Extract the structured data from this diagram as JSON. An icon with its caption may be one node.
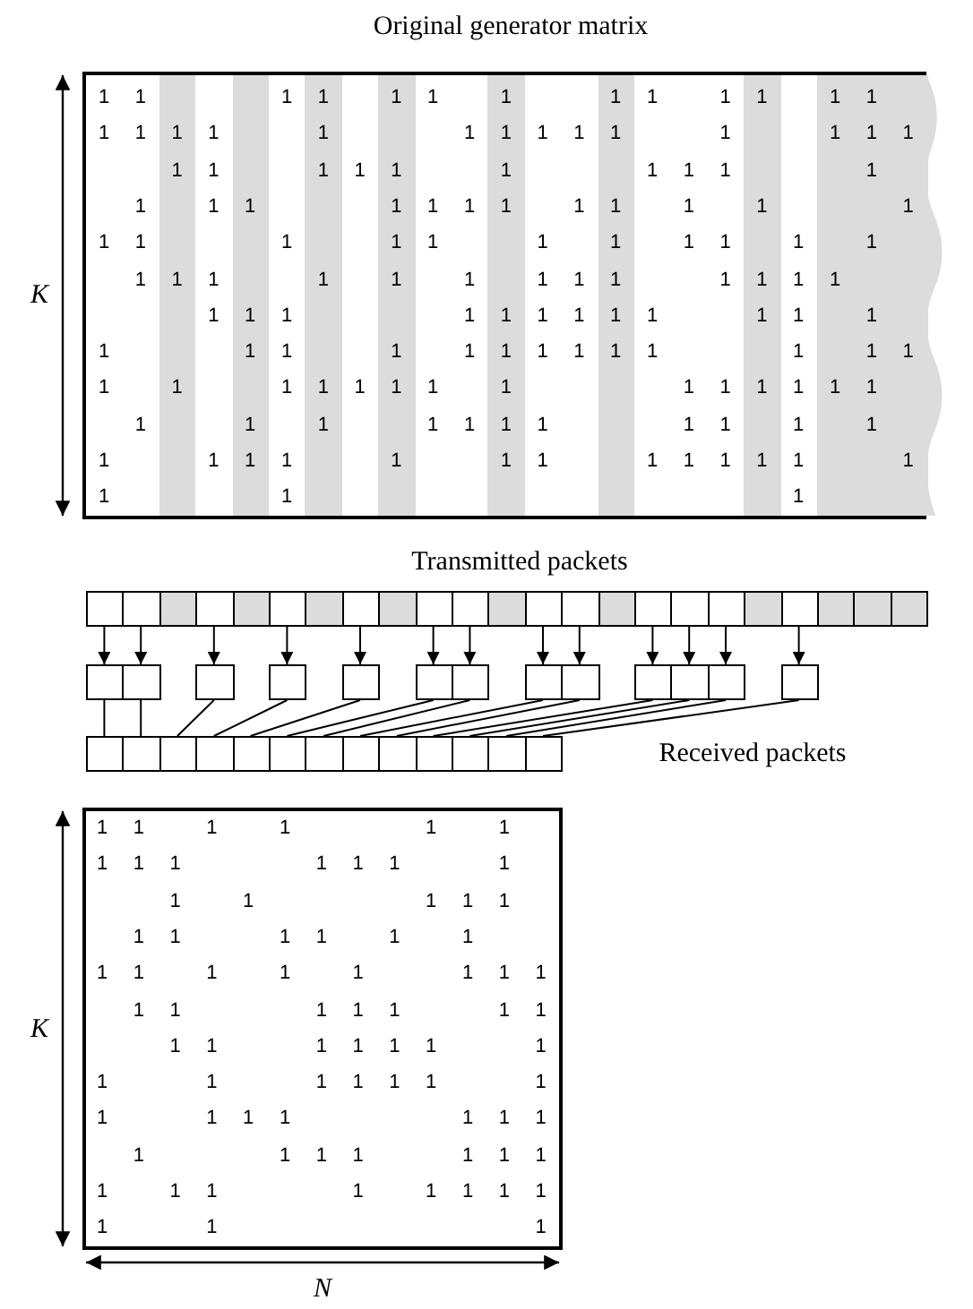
{
  "diagram": {
    "nodes": [
      {
        "text": [],
        "shape": "box"
      },
      {
        "text": [],
        "shape": "box"
      },
      {
        "text": [],
        "shape": "box"
      },
      {
        "text": [],
        "shape": "box"
      },
      {
        "text": [],
        "shape": "box"
      },
      {
        "text": [],
        "shape": "box"
      },
      {
        "text": [],
        "shape": "box"
      },
      {
        "text": [],
        "shape": "box"
      },
      {
        "text": [],
        "shape": "box"
      },
      {
        "text": [],
        "shape": "box"
      },
      {
        "text": [],
        "shape": "box"
      },
      {
        "text": [],
        "shape": "box"
      },
      {
        "text": [],
        "shape": "box"
      },
      {
        "text": [],
        "shape": "box"
      },
      {
        "text": [],
        "shape": "box"
      },
      {
        "text": [],
        "shape": "box"
      },
      {
        "text": [],
        "shape": "box"
      },
      {
        "text": [],
        "shape": "box"
      },
      {
        "text": [],
        "shape": "box"
      },
      {
        "text": [],
        "shape": "box"
      },
      {
        "text": [],
        "shape": "box"
      },
      {
        "text": [],
        "shape": "box"
      },
      {
        "text": [],
        "shape": "box"
      },
      {
        "text": [],
        "shape": "box"
      },
      {
        "text": [],
        "shape": "box"
      },
      {
        "text": [],
        "shape": "box"
      },
      {
        "text": [],
        "shape": "box"
      },
      {
        "text": [],
        "shape": "box"
      },
      {
        "text": [],
        "shape": "box"
      },
      {
        "text": [],
        "shape": "box"
      },
      {
        "text": [],
        "shape": "box"
      },
      {
        "text": [],
        "shape": "box"
      },
      {
        "text": [],
        "shape": "box"
      },
      {
        "text": [],
        "shape": "box"
      },
      {
        "text": [],
        "shape": "box"
      },
      {
        "text": [],
        "shape": "box"
      },
      {
        "text": [],
        "shape": "box"
      },
      {
        "text": [],
        "shape": "box"
      },
      {
        "text": [],
        "shape": "box"
      },
      {
        "text": [],
        "shape": "box"
      },
      {
        "text": [],
        "shape": "box"
      },
      {
        "text": [],
        "shape": "box"
      },
      {
        "text": [],
        "shape": "box"
      },
      {
        "text": [],
        "shape": "box"
      },
      {
        "text": [],
        "shape": "box"
      },
      {
        "text": [],
        "shape": "box"
      },
      {
        "text": [],
        "shape": "box"
      },
      {
        "text": [],
        "shape": "box"
      },
      {
        "text": [],
        "shape": "box"
      }
    ],
    "edges": [
      {
        "from": 0,
        "to": 23,
        "arrow": "to"
      },
      {
        "from": 1,
        "to": 24,
        "arrow": "to"
      },
      {
        "from": 3,
        "to": 25,
        "arrow": "to"
      },
      {
        "from": 5,
        "to": 26,
        "arrow": "to"
      },
      {
        "from": 7,
        "to": 27,
        "arrow": "to"
      },
      {
        "from": 9,
        "to": 28,
        "arrow": "to"
      },
      {
        "from": 10,
        "to": 29,
        "arrow": "to"
      },
      {
        "from": 12,
        "to": 30,
        "arrow": "to"
      },
      {
        "from": 13,
        "to": 31,
        "arrow": "to"
      },
      {
        "from": 15,
        "to": 32,
        "arrow": "to"
      },
      {
        "from": 16,
        "to": 33,
        "arrow": "to"
      },
      {
        "from": 17,
        "to": 34,
        "arrow": "to"
      },
      {
        "from": 19,
        "to": 35,
        "arrow": "to"
      },
      {
        "from": 23,
        "to": 36,
        "arrow": "none"
      },
      {
        "from": 24,
        "to": 37,
        "arrow": "none"
      },
      {
        "from": 25,
        "to": 38,
        "arrow": "none"
      },
      {
        "from": 26,
        "to": 39,
        "arrow": "none"
      },
      {
        "from": 27,
        "to": 40,
        "arrow": "none"
      },
      {
        "from": 28,
        "to": 41,
        "arrow": "none"
      },
      {
        "from": 29,
        "to": 42,
        "arrow": "none"
      },
      {
        "from": 30,
        "to": 43,
        "arrow": "none"
      },
      {
        "from": 31,
        "to": 44,
        "arrow": "none"
      },
      {
        "from": 32,
        "to": 45,
        "arrow": "none"
      },
      {
        "from": 33,
        "to": 46,
        "arrow": "none"
      },
      {
        "from": 34,
        "to": 47,
        "arrow": "none"
      },
      {
        "from": 35,
        "to": 48,
        "arrow": "none"
      }
    ],
    "labels": [
      "Original generator matrix",
      "K",
      "1",
      "1",
      "1",
      "1",
      "1",
      "1",
      "1",
      "1",
      "1",
      "1",
      "1",
      "1",
      "1",
      "1",
      "1",
      "1",
      "1",
      "1",
      "1",
      "1",
      "1",
      "1",
      "1",
      "1",
      "1",
      "1",
      "1",
      "1",
      "1",
      "1",
      "1",
      "1",
      "1",
      "1",
      "1",
      "1",
      "1",
      "1",
      "1",
      "1",
      "1",
      "1",
      "1",
      "1",
      "1",
      "1",
      "1",
      "1",
      "1",
      "1",
      "1",
      "1",
      "1",
      "1",
      "1",
      "1",
      "1",
      "1",
      "1",
      "1",
      "1",
      "1",
      "1",
      "1",
      "1",
      "1",
      "1",
      "1",
      "1",
      "1",
      "1",
      "1",
      "1",
      "1",
      "1",
      "1",
      "1",
      "1",
      "1",
      "1",
      "1",
      "1",
      "1",
      "1",
      "1",
      "1",
      "1",
      "1",
      "1",
      "1",
      "1",
      "1",
      "1",
      "1",
      "1",
      "1",
      "1",
      "1",
      "1",
      "1",
      "1",
      "1",
      "1",
      "1",
      "1",
      "1",
      "1",
      "1",
      "1",
      "1",
      "1",
      "1",
      "1",
      "1",
      "1",
      "1",
      "1",
      "1",
      "1",
      "1",
      "1",
      "1",
      "1",
      "1",
      "1",
      "1",
      "1",
      "1",
      "1",
      "1",
      "1",
      "1",
      "1",
      "1",
      "1",
      "1",
      "1",
      "1",
      "1",
      "Transmitted packets",
      "Received packets",
      "K",
      "1",
      "1",
      "1",
      "1",
      "1",
      "1",
      "1",
      "1",
      "1",
      "1",
      "1",
      "1",
      "1",
      "1",
      "1",
      "1",
      "1",
      "1",
      "1",
      "1",
      "1",
      "1",
      "1",
      "1",
      "1",
      "1",
      "1",
      "1",
      "1",
      "1",
      "1",
      "1",
      "1",
      "1",
      "1",
      "1",
      "1",
      "1",
      "1",
      "1",
      "1",
      "1",
      "1",
      "1",
      "1",
      "1",
      "1",
      "1",
      "1",
      "1",
      "1",
      "1",
      "1",
      "1",
      "1",
      "1",
      "1",
      "1",
      "1",
      "1",
      "1",
      "1",
      "1",
      "1",
      "1",
      "1",
      "1",
      "1",
      "1",
      "1",
      "1",
      "1",
      "1",
      "1",
      "1",
      "1",
      "1",
      "1",
      "N"
    ]
  }
}
